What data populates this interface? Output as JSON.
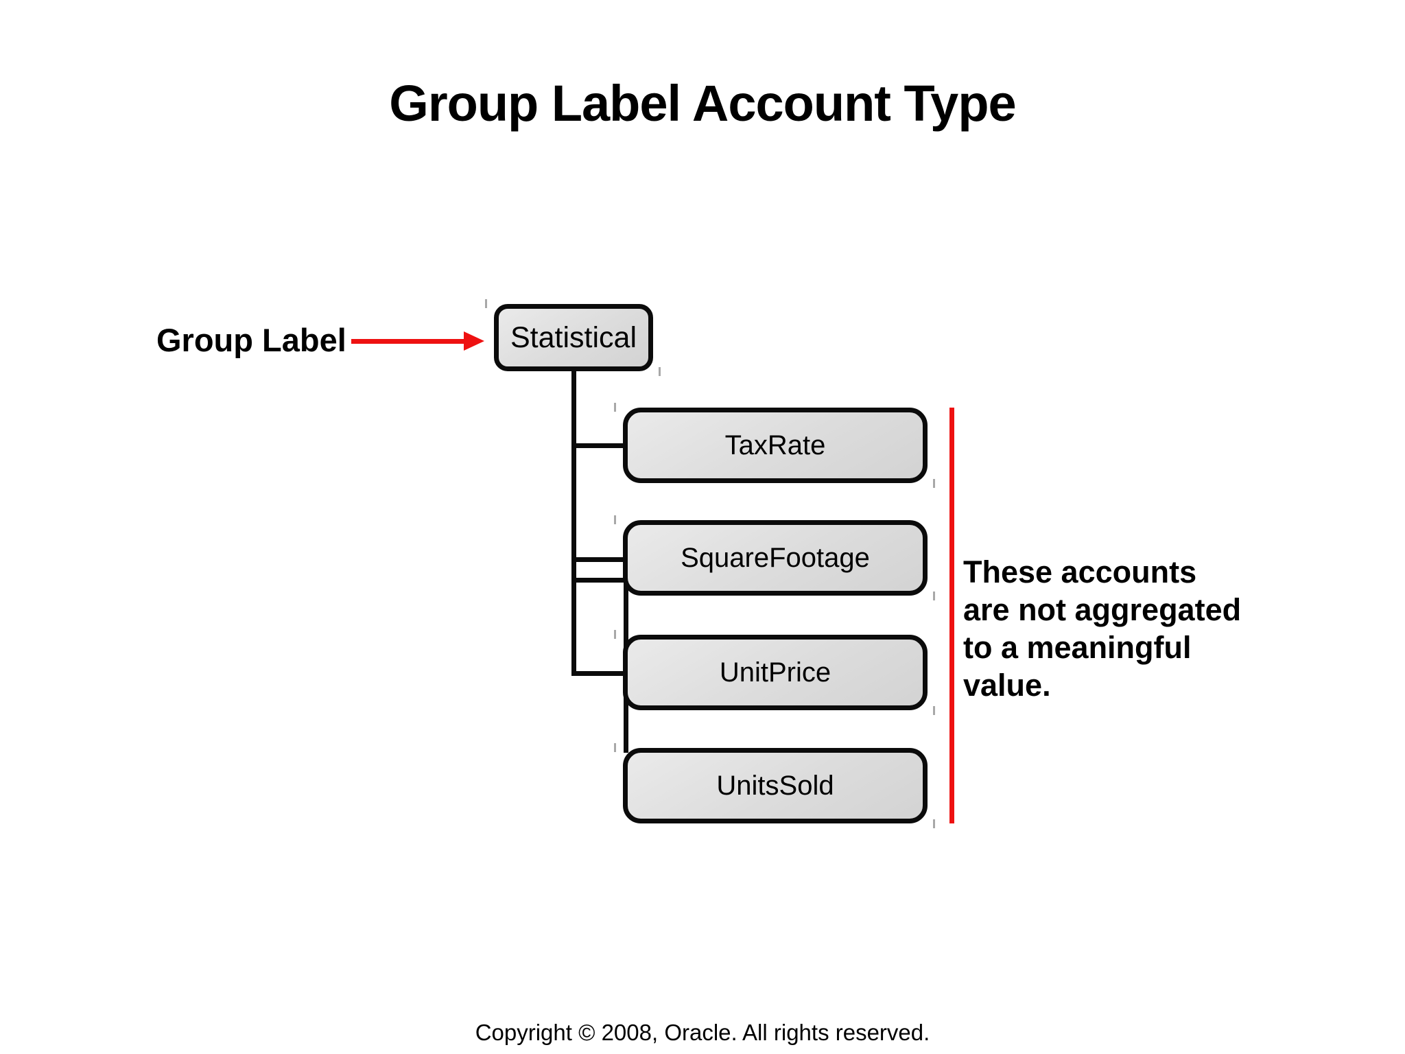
{
  "slide": {
    "title": "Group Label Account Type",
    "copyright": "Copyright © 2008, Oracle. All rights reserved."
  },
  "diagram": {
    "callout_label": "Group Label",
    "root_label": "Statistical",
    "children": [
      "TaxRate",
      "SquareFootage",
      "UnitPrice",
      "UnitsSold"
    ],
    "annotation_lines": [
      "These accounts",
      "are not aggregated",
      "to a meaningful",
      "value."
    ]
  },
  "theme": {
    "accent_red": "#ee1111",
    "line_black": "#0b0b0b",
    "box_fill": "#dcdcdc",
    "box_fill_light": "#eaeaea",
    "page_bg": "#ffffff",
    "text_black": "#000000"
  }
}
